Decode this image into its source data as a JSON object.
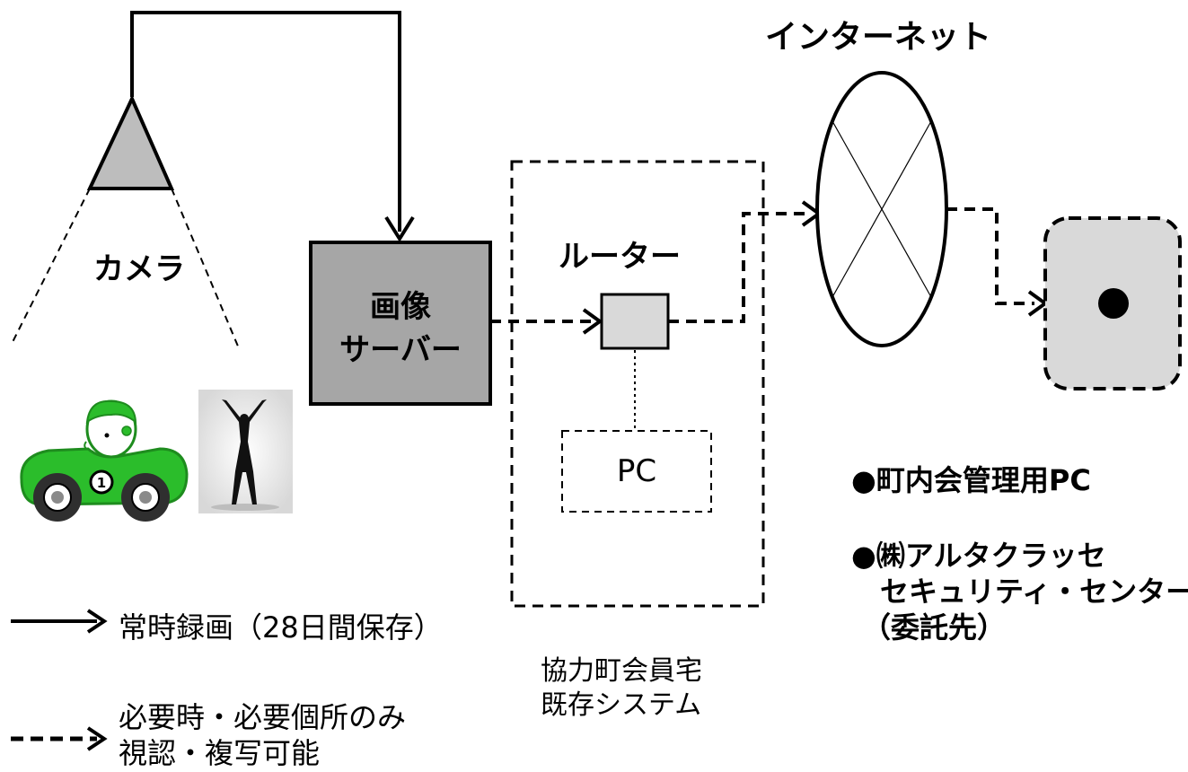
{
  "labels": {
    "internet": "インターネット",
    "camera": "カメラ",
    "router": "ルーター",
    "image_server_line1": "画像",
    "image_server_line2": "サーバー",
    "pc": "PC",
    "cooperating_home_line1": "協力町会員宅",
    "cooperating_home_line2": "既存システム",
    "neighborhood_pc": "●町内会管理用PC",
    "security_center_line1": "●㈱アルタクラッセ",
    "security_center_line2": "セキュリティ・センター",
    "security_center_line3": "（委託先）"
  },
  "legend": {
    "solid_arrow": "常時録画（28日間保存）",
    "dashed_arrow_line1": "必要時・必要個所のみ",
    "dashed_arrow_line2": "視認・複写可能"
  },
  "colors": {
    "camera_fill": "#bdbdbd",
    "server_fill": "#a6a6a6",
    "router_fill": "#d9d9d9",
    "remote_pc_fill": "#d9d9d9",
    "car_body": "#2bbd2b",
    "car_dark": "#1e8c1e"
  },
  "icons": {
    "camera": "camera-triangle-icon",
    "car": "racing-car-icon",
    "person": "person-silhouette-icon",
    "internet": "internet-ellipse-icon"
  }
}
